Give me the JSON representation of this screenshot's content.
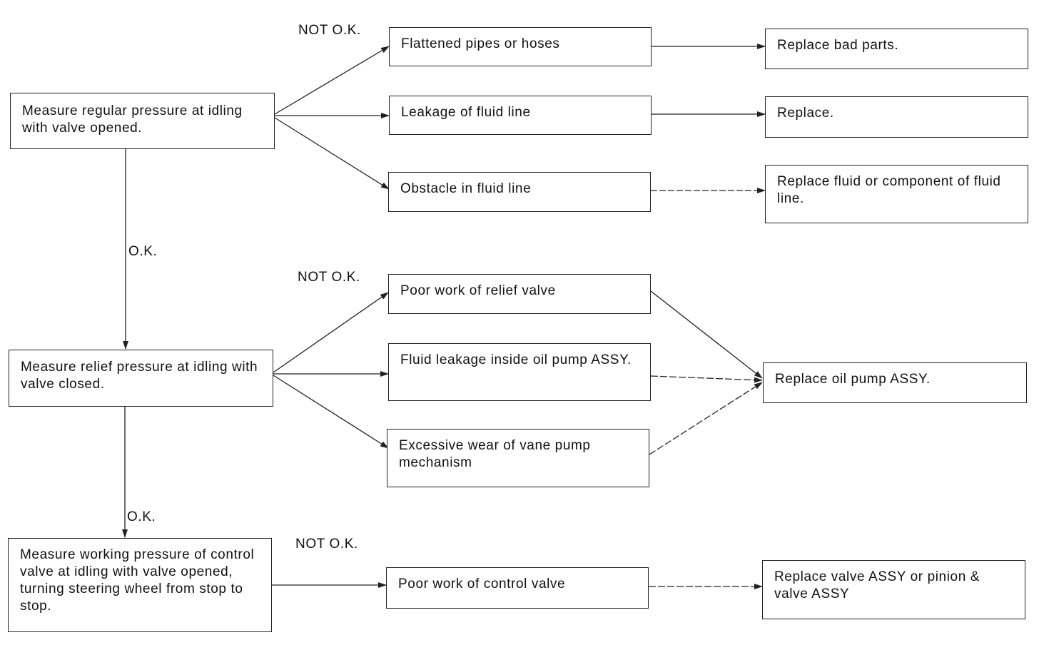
{
  "steps": [
    {
      "text": "Measure regular pressure at idling with valve opened."
    },
    {
      "text": "Measure relief pressure at idling with valve closed."
    },
    {
      "text": "Measure working pressure of control valve at idling with valve opened, turning steering wheel from stop to stop."
    }
  ],
  "labels": {
    "ok_1": "O.K.",
    "ok_2": "O.K.",
    "not_ok_1": "NOT O.K.",
    "not_ok_2": "NOT O.K.",
    "not_ok_3": "NOT O.K."
  },
  "causes": [
    {
      "text": "Flattened pipes or hoses"
    },
    {
      "text": "Leakage of fluid line"
    },
    {
      "text": "Obstacle in fluid line"
    },
    {
      "text": "Poor work of relief valve"
    },
    {
      "text": "Fluid leakage inside oil pump ASSY."
    },
    {
      "text": "Excessive wear of vane pump mechanism"
    },
    {
      "text": "Poor work of control valve"
    }
  ],
  "remedies": [
    {
      "text": "Replace bad parts."
    },
    {
      "text": "Replace."
    },
    {
      "text": "Replace fluid or component of fluid line."
    },
    {
      "text": "Replace oil pump ASSY."
    },
    {
      "text": "Replace valve ASSY or pinion & valve ASSY"
    }
  ]
}
